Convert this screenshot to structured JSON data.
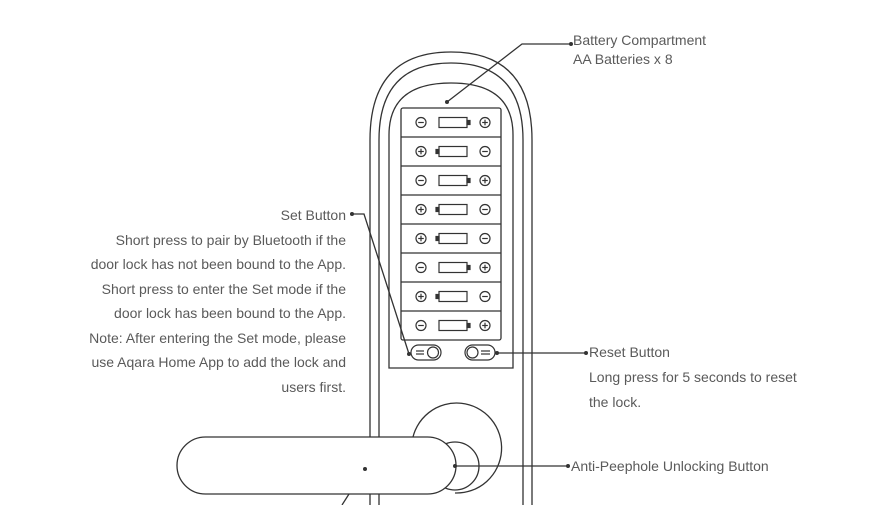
{
  "battery": {
    "title": "Battery Compartment",
    "detail": "AA Batteries x 8"
  },
  "set_button": {
    "title": "Set Button",
    "lines": [
      "Short press to pair by Bluetooth if the",
      "door lock has not been bound to the App.",
      "Short press to enter the Set mode if the",
      "door lock has been bound to the App.",
      "Note: After entering the Set mode, please",
      "use  Aqara Home App to add the lock and",
      "users first."
    ]
  },
  "reset_button": {
    "title": "Reset Button",
    "lines": [
      "Long press for 5 seconds to reset",
      "the lock."
    ]
  },
  "peephole": {
    "title": "Anti-Peephole Unlocking Button"
  },
  "battery_slots": [
    "minus-left",
    "plus-left",
    "minus-left",
    "plus-left",
    "plus-left",
    "minus-left",
    "plus-left",
    "minus-left"
  ],
  "colors": {
    "line": "#333333",
    "text": "#5a5a5a"
  }
}
